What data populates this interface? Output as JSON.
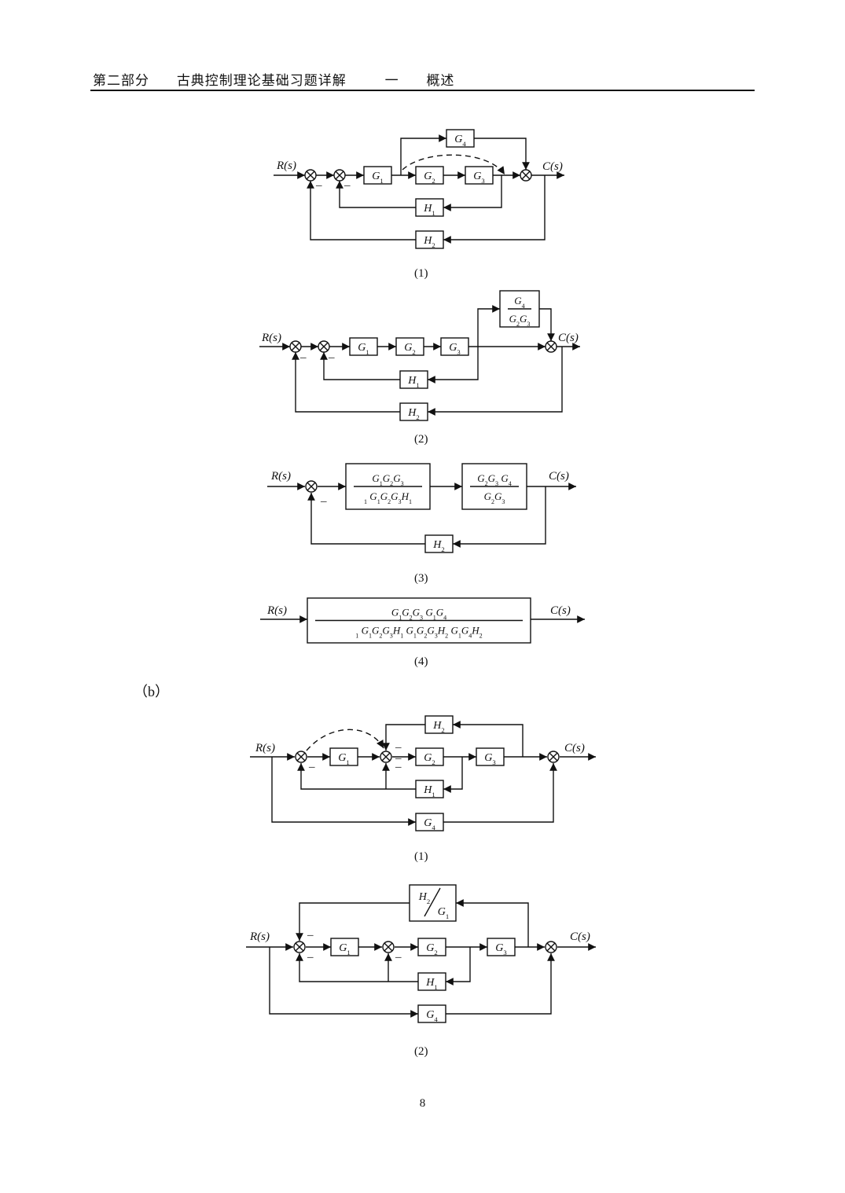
{
  "header": {
    "part": "第二部分",
    "title": "古典控制理论基础习题详解",
    "chapter_number": "一",
    "chapter_title": "概述"
  },
  "section_label": "（b）",
  "page_number": "8",
  "captions": [
    "(1)",
    "(2)",
    "(3)",
    "(4)",
    "(1)",
    "(2)"
  ],
  "signals": {
    "input": "R(s)",
    "output": "C(s)"
  },
  "blocks": {
    "G1": "G1",
    "G2": "G2",
    "G3": "G3",
    "G4": "G4",
    "H1": "H1",
    "H2": "H2",
    "G4_over_G2G3": {
      "num": "G4",
      "den": "G2G3"
    },
    "a3_forward": {
      "num": "G1G2G3",
      "den": "1  G1G2G3H1"
    },
    "a3_second": {
      "num": "G2G3   G4",
      "den": "G2G3"
    },
    "a4_closed_loop": {
      "num": "G1G2G3   G1G4",
      "den": "1   G1G2G3H1   G1G2G3H2   G1G4H2"
    },
    "H2_over_G1": {
      "num": "H2",
      "den": "G1"
    }
  },
  "signs": {
    "minus": "–"
  }
}
